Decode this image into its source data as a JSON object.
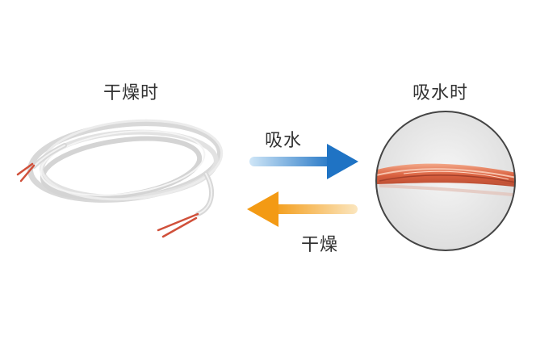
{
  "labels": {
    "dry_state": "干燥时",
    "wet_state": "吸水时",
    "absorb_arrow": "吸水",
    "dry_arrow": "干燥"
  },
  "colors": {
    "absorb_arrow_start": "#cfe6f7",
    "absorb_arrow_end": "#1f73c4",
    "dry_arrow_start": "#f39a14",
    "dry_arrow_end": "#fbe6bf",
    "wire_red": "#d0503a",
    "circle_border": "#444444"
  },
  "icons": {
    "dry_wire": "coiled-white-wire-icon",
    "wet_wire": "magnified-red-wire-icon"
  }
}
